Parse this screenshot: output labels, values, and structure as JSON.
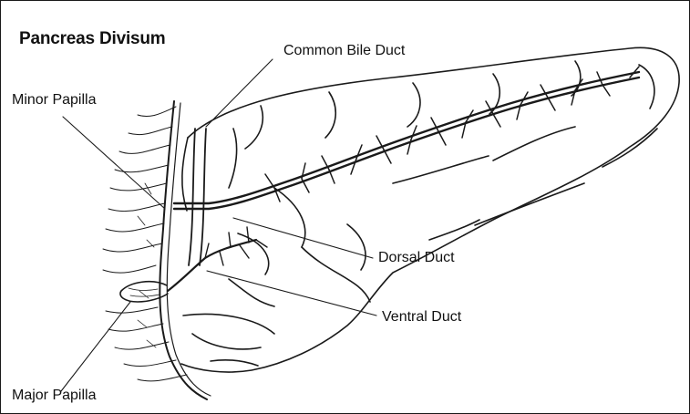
{
  "diagram": {
    "title": "Pancreas Divisum",
    "labels": {
      "common_bile_duct": "Common Bile Duct",
      "minor_papilla": "Minor Papilla",
      "dorsal_duct": "Dorsal Duct",
      "ventral_duct": "Ventral Duct",
      "major_papilla": "Major Papilla"
    }
  }
}
